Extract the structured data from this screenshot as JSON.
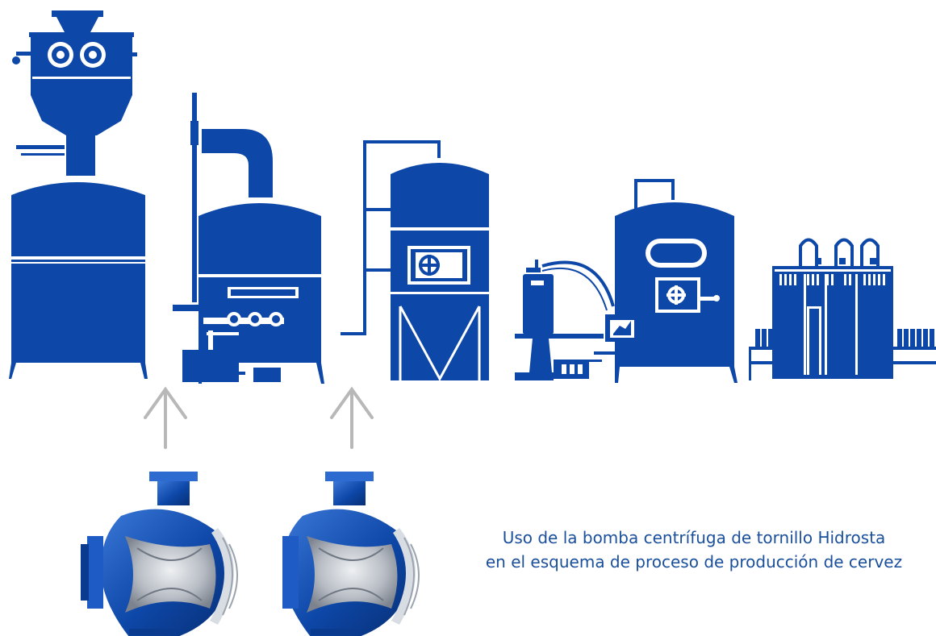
{
  "caption": {
    "line1": "Uso de la bomba centrífuga de tornillo Hidrosta",
    "line2": "en el esquema de proceso de producción de cervez"
  },
  "colors": {
    "equipment": "#0d47a7",
    "pump_dark": "#0b3b8f",
    "impeller": "#b9bec6",
    "arrow": "#b8b8b8",
    "caption": "#1a4f9c"
  },
  "equipment": [
    {
      "name": "mill-hopper-tank"
    },
    {
      "name": "mash-tun"
    },
    {
      "name": "filter-vessel"
    },
    {
      "name": "cooler-unit"
    },
    {
      "name": "fermenter"
    },
    {
      "name": "bottling-line"
    }
  ],
  "pumps": [
    {
      "name": "screw-centrifugal-pump-1",
      "feeds": "mash-tun"
    },
    {
      "name": "screw-centrifugal-pump-2",
      "feeds": "filter-vessel"
    }
  ]
}
